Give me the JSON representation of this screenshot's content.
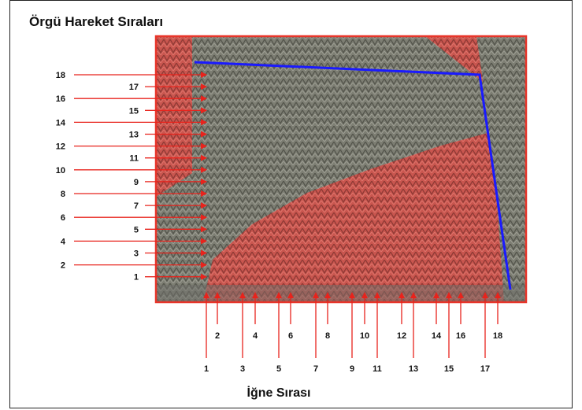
{
  "title": "Örgü Hareket Sıraları",
  "x_axis_title": "İğne Sırası",
  "row_labels": [
    "1",
    "2",
    "3",
    "4",
    "5",
    "6",
    "7",
    "8",
    "9",
    "10",
    "11",
    "12",
    "13",
    "14",
    "15",
    "16",
    "17",
    "18"
  ],
  "needle_labels": [
    "1",
    "2",
    "3",
    "4",
    "5",
    "6",
    "7",
    "8",
    "9",
    "10",
    "11",
    "12",
    "13",
    "14",
    "15",
    "16",
    "17",
    "18"
  ],
  "colors": {
    "frame_border": "#e8352a",
    "arrow": "#e8231c",
    "blue_line": "#1a1aff",
    "knit_red": "#c9564f",
    "knit_gray": "#7d7e73"
  }
}
